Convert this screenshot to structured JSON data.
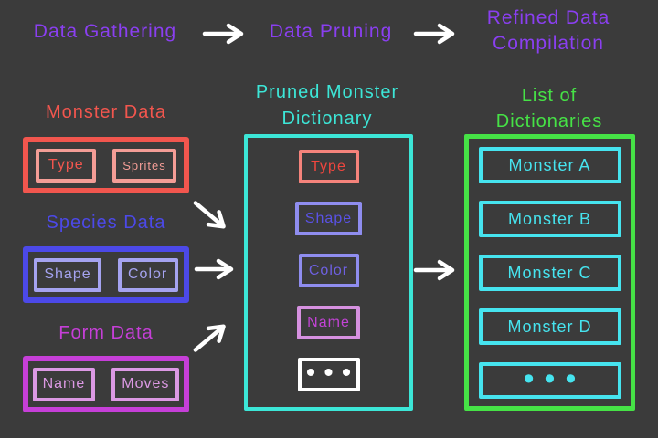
{
  "colors": {
    "bg": "#3b3b3b",
    "purple": "#8a3ff0",
    "white": "#ffffff",
    "red": "#f2564e",
    "redlight": "#f49d96",
    "blue": "#4c49e8",
    "bluelight": "#a5a3f0",
    "magenta": "#c63fd8",
    "magentalight": "#dc99e4",
    "cyan": "#3ce6d7",
    "cyan2": "#46e4ef",
    "green": "#46e246",
    "periwinkle": "#8f8def",
    "shapetext": "#5a52e6",
    "colortext": "#6e60e0",
    "typebordermid": "#f5837b",
    "typetextmid": "#f0463e",
    "namebordermid": "#d691e0",
    "nametextmid": "#c343d6"
  },
  "top_flow": {
    "steps": [
      {
        "label": "Data Gathering"
      },
      {
        "label": "Data Pruning"
      },
      {
        "label": "Refined Data Compilation"
      }
    ]
  },
  "sources": [
    {
      "title": "Monster Data",
      "fields": [
        "Type",
        "Sprites"
      ]
    },
    {
      "title": "Species Data",
      "fields": [
        "Shape",
        "Color"
      ]
    },
    {
      "title": "Form Data",
      "fields": [
        "Name",
        "Moves"
      ]
    }
  ],
  "pruned": {
    "title": "Pruned Monster Dictionary",
    "fields": [
      "Type",
      "Shape",
      "Color",
      "Name"
    ],
    "ellipsis": "•••"
  },
  "list": {
    "title": "List of Dictionaries",
    "items": [
      "Monster A",
      "Monster B",
      "Monster C",
      "Monster D"
    ],
    "ellipsis": "•••"
  }
}
